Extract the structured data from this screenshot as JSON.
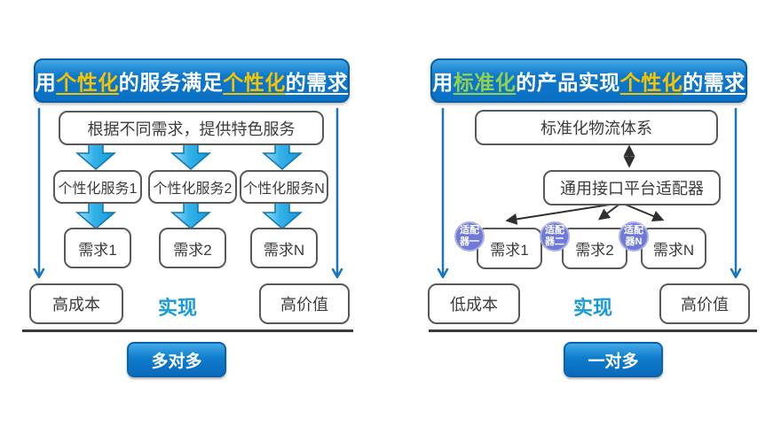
{
  "panels": {
    "left": {
      "header": {
        "prefix": "用",
        "highlight1": "个性化",
        "middle": "的服务满足",
        "highlight2": "个性化",
        "suffix": "的需求"
      },
      "top_box": "根据不同需求，提供特色服务",
      "columns": [
        {
          "service": "个性化服务1",
          "demand": "需求1"
        },
        {
          "service": "个性化服务2",
          "demand": "需求2"
        },
        {
          "service": "个性化服务N",
          "demand": "需求N"
        }
      ],
      "cost_label": "高成本",
      "realize_label": "实现",
      "value_label": "高价值",
      "badge": "多对多"
    },
    "right": {
      "header": {
        "prefix": "用",
        "highlight1": "标准化",
        "middle": "的产品实现",
        "highlight2": "个性化",
        "suffix": "的需求"
      },
      "top_box": "标准化物流体系",
      "platform_box": "通用接口平台适配器",
      "adapters": [
        {
          "adapter": "适配器一",
          "demand": "需求1"
        },
        {
          "adapter": "适配器二",
          "demand": "需求2"
        },
        {
          "adapter": "适配器N",
          "demand": "需求N"
        }
      ],
      "cost_label": "低成本",
      "realize_label": "实现",
      "value_label": "高价值",
      "badge": "一对多"
    }
  },
  "colors": {
    "header_blue": "#0b74c8",
    "highlight_yellow": "#f5c400",
    "highlight_green": "#92d050",
    "block_arrow_cyan": "#29abe2",
    "thin_arrow_blue": "#1b75bc",
    "connector_black": "#2f2f2f",
    "adapter_purple": "#6e79d8",
    "realize_blue": "#189bd8"
  }
}
